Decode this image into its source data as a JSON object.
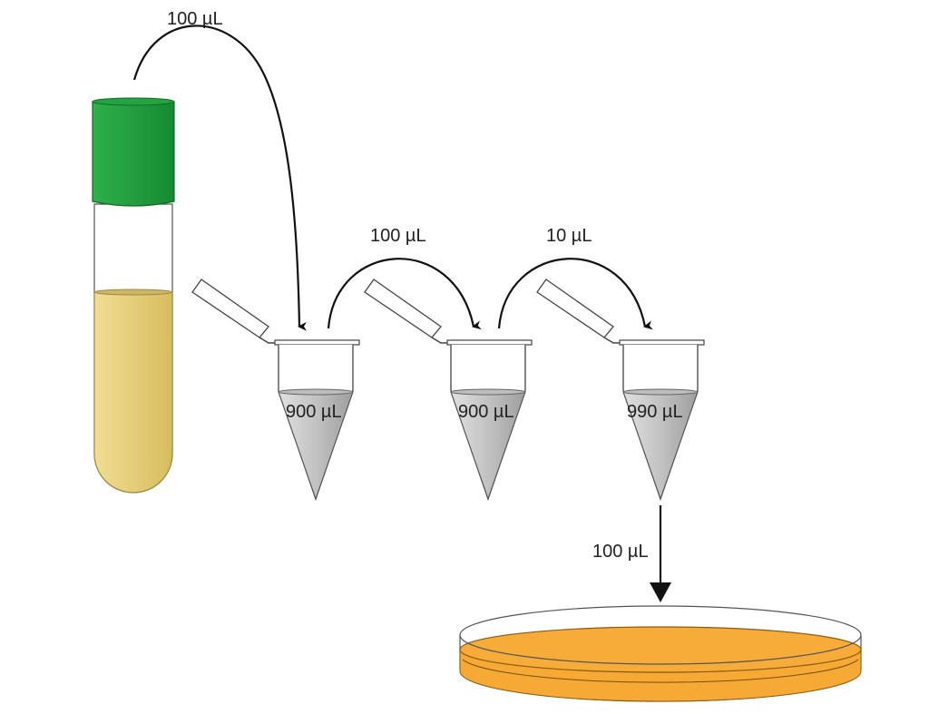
{
  "transfers": {
    "tube_to_tube1": "100 µL",
    "tube1_to_tube2": "100 µL",
    "tube2_to_tube3": "10 µL",
    "tube3_to_plate": "100 µL"
  },
  "tubes": [
    {
      "volume": "900 µL"
    },
    {
      "volume": "900 µL"
    },
    {
      "volume": "990 µL"
    }
  ],
  "colors": {
    "cap": "#1f9a3c",
    "culture": "#e6cf7a",
    "tube_liquid": "#b8b8b8",
    "agar": "#f6a934",
    "outline": "#333333"
  }
}
